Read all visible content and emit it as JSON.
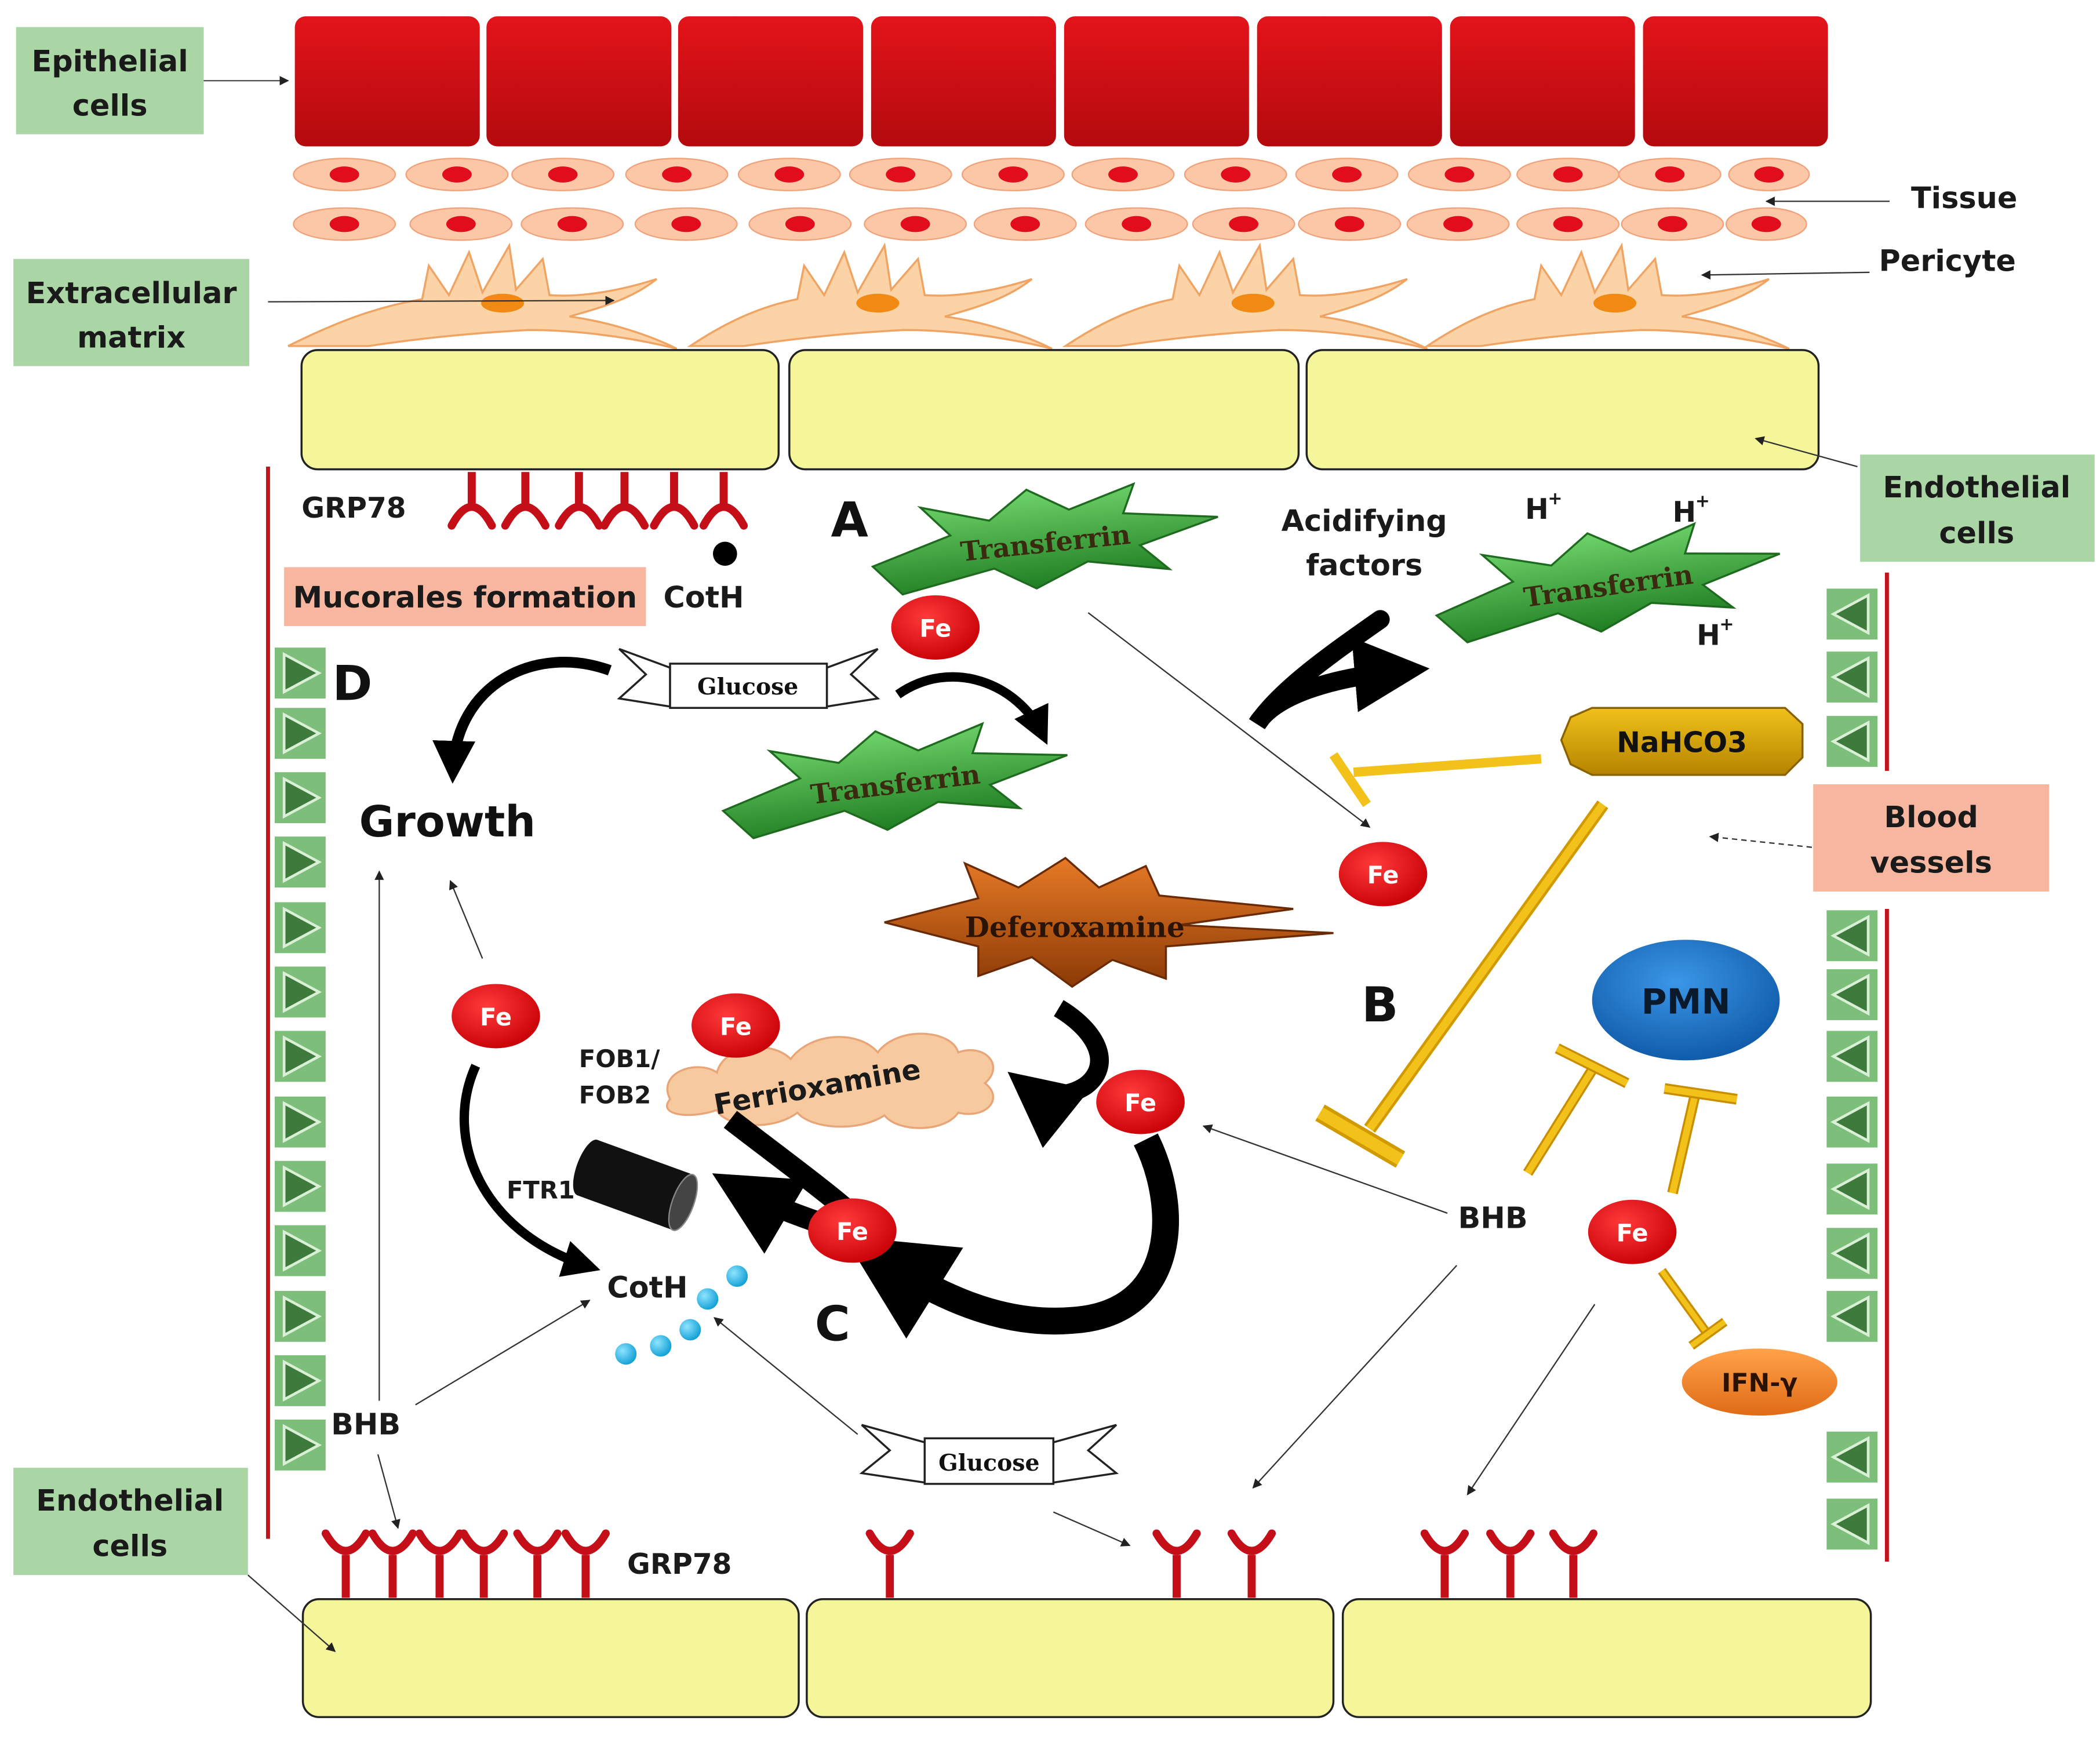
{
  "labels": {
    "epithelial_cells": [
      "Epithelial",
      "cells"
    ],
    "extracellular_matrix": [
      "Extracellular",
      "matrix"
    ],
    "tissue": "Tissue",
    "pericyte": "Pericyte",
    "endothelial_cells_top": [
      "Endothelial",
      "cells"
    ],
    "endothelial_cells_bottom": [
      "Endothelial",
      "cells"
    ],
    "blood_vessels": [
      "Blood",
      "vessels"
    ],
    "grp78_top": "GRP78",
    "grp78_bottom": "GRP78",
    "mucorales_formation": "Mucorales formation",
    "coth_top": "CotH",
    "coth_center": "CotH",
    "acidifying_factors": [
      "Acidifying",
      "factors"
    ],
    "h_plus": "H",
    "plus_sup": "+",
    "growth": "Growth",
    "glucose": "Glucose",
    "transferrin": "Transferrin",
    "deferoxamine": "Deferoxamine",
    "ferrioxamine": "Ferrioxamine",
    "fob": [
      "FOB1/",
      "FOB2"
    ],
    "ftr1": "FTR1",
    "nahco3": "NaHCO3",
    "pmn": "PMN",
    "bhb": "BHB",
    "fe": "Fe",
    "ifn": "IFN-γ",
    "section_a": "A",
    "section_b": "B",
    "section_c": "C",
    "section_d": "D"
  },
  "colors": {
    "epithelial_red": "#cc0a0f",
    "endothelial_yellow": "#f5f59a",
    "label_green": "#a9d6a4",
    "label_salmon": "#f7b6a0",
    "pericyte_orange": "#fbd3a6",
    "transferrin_green": "#3aa33a",
    "deferoxamine_brown": "#c0560e",
    "nahco3_gold": "#d7a300",
    "pmn_blue": "#1a73c8",
    "ifn_orange": "#f28a2e",
    "inhibit_yellow": "#f2c21b",
    "fe_red": "#e0070f",
    "coth_cyan": "#26b8e8"
  }
}
